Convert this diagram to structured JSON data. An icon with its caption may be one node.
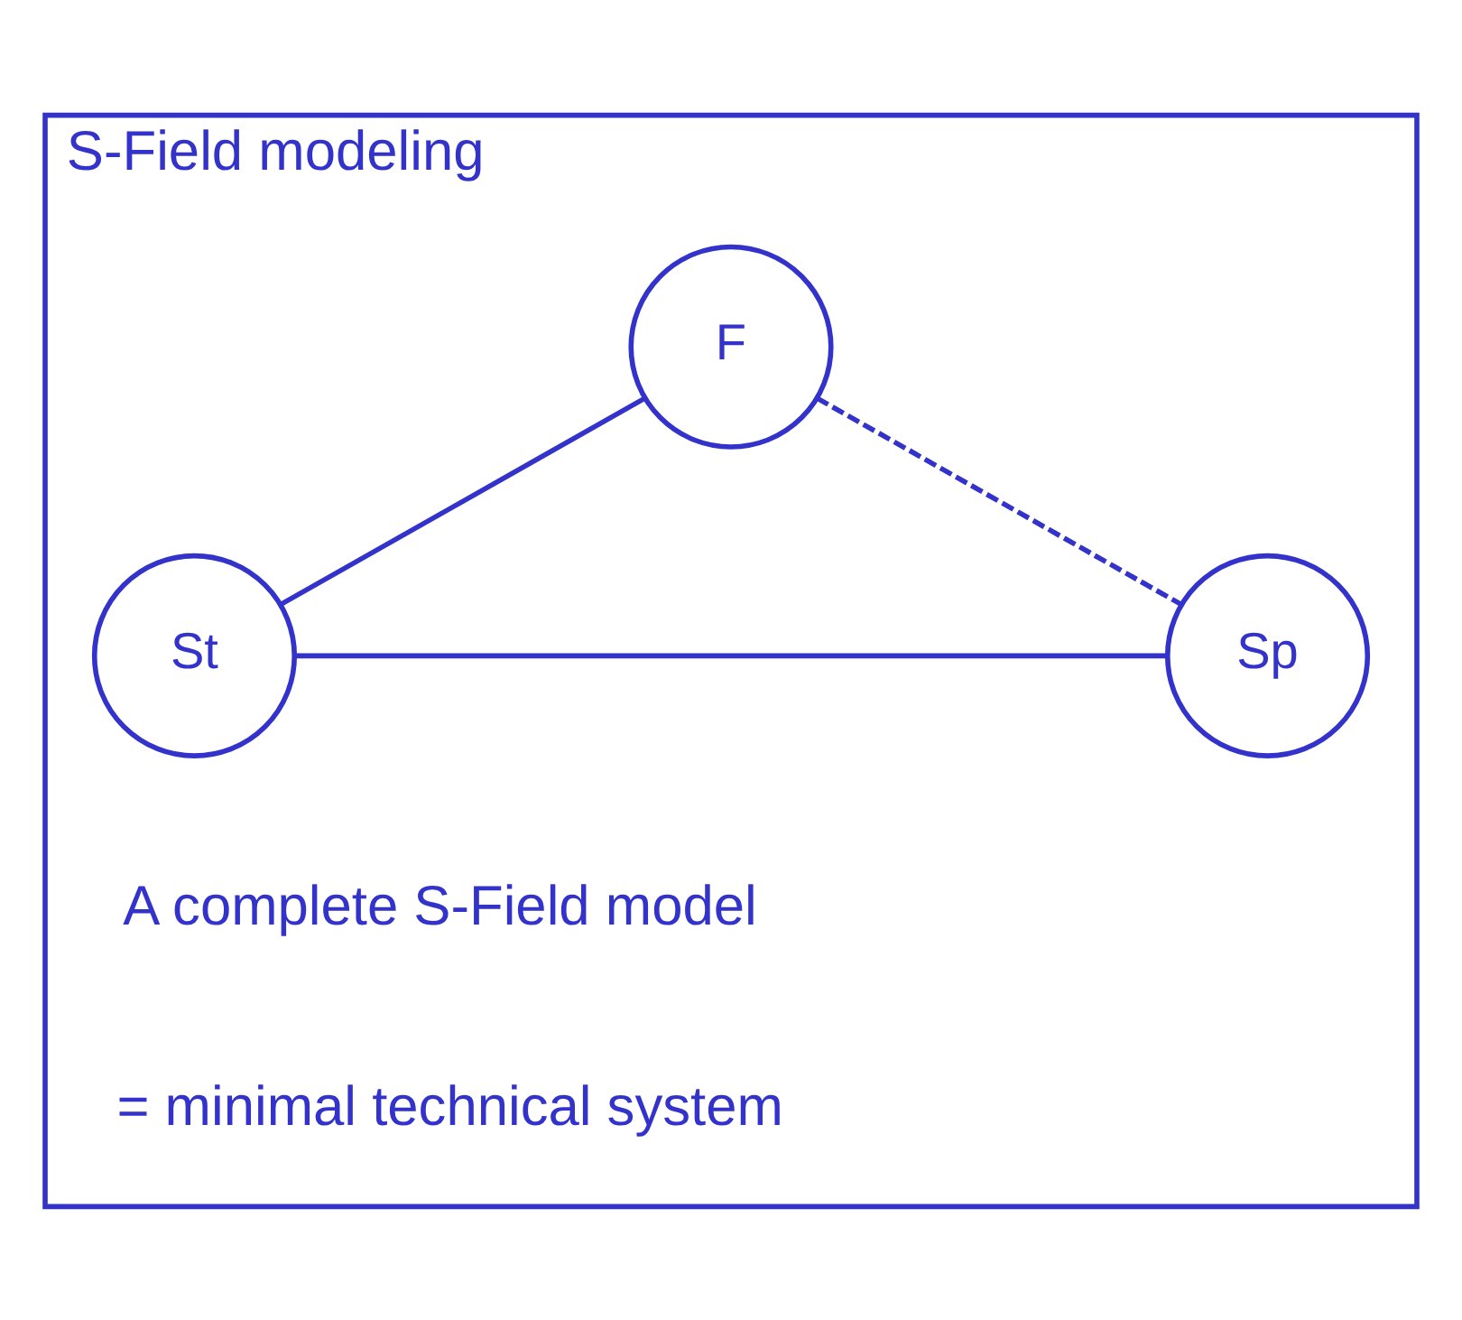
{
  "diagram": {
    "nodes": [
      {
        "text": [
          "S-Field modeling"
        ]
      },
      {
        "text": [
          "F"
        ],
        "in": 0
      },
      {
        "text": [
          "St"
        ],
        "in": 0
      },
      {
        "text": [
          "Sp"
        ],
        "in": 0
      }
    ],
    "edges": [
      {
        "from": 1,
        "to": 2,
        "arrow": "none"
      },
      {
        "from": 2,
        "to": 3,
        "arrow": "none"
      },
      {
        "from": 1,
        "to": 3,
        "arrow": "none",
        "style": "dashed"
      }
    ],
    "labels": [
      "A complete S-Field model",
      "= minimal technical system"
    ]
  }
}
